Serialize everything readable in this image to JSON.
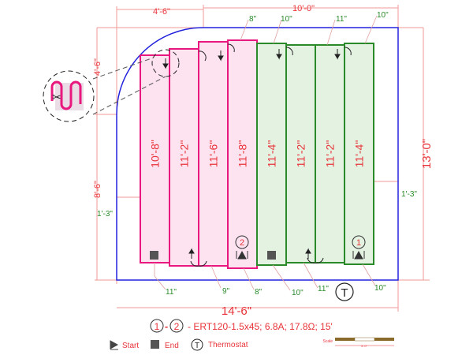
{
  "dimensions": {
    "top_left": "4'-6\"",
    "top_right": "10'-0\"",
    "right": "13'-0\"",
    "left_top": "4'-6\"",
    "left_bottom": "8'-6\"",
    "left_offset": "1'-3\"",
    "right_offset": "1'-3\"",
    "bottom": "14'-6\""
  },
  "spacing_top": [
    "8\"",
    "10\"",
    "11\"",
    "10\""
  ],
  "spacing_bottom": [
    "11\"",
    "9\"",
    "8\"",
    "10\"",
    "11\"",
    "10\""
  ],
  "strips": [
    {
      "label": "10'-8\"",
      "group": "pink"
    },
    {
      "label": "11'-2\"",
      "group": "pink"
    },
    {
      "label": "11'-6\"",
      "group": "pink"
    },
    {
      "label": "11'-8\"",
      "group": "pink"
    },
    {
      "label": "11'-4\"",
      "group": "green"
    },
    {
      "label": "11'-2\"",
      "group": "green"
    },
    {
      "label": "11'-2\"",
      "group": "green"
    },
    {
      "label": "11'-4\"",
      "group": "green"
    }
  ],
  "markers": {
    "start_1": "1",
    "end_2": "2",
    "thermostat": "T"
  },
  "spec": {
    "from": "1",
    "dash": "-",
    "to": "2",
    "text": "- ERT120-1.5x45; 6.8A; 17.8Ω; 15'"
  },
  "legend": {
    "start": "Start",
    "end": "End",
    "thermostat_symbol": "T",
    "thermostat": "Thermostat"
  },
  "scale": {
    "label": "Scale",
    "value": "3'-0\""
  },
  "colors": {
    "room": "#2222dd",
    "pink": "#e8187f",
    "pink_fill": "#fde2f0",
    "green": "#2a8a2a",
    "green_fill": "#e4f2e2",
    "dim": "#e8343a"
  }
}
